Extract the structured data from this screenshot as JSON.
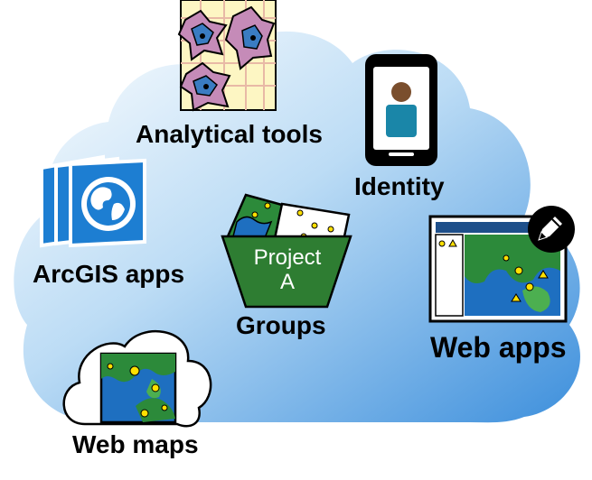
{
  "labels": {
    "analytical_tools": "Analytical tools",
    "identity": "Identity",
    "arcgis_apps": "ArcGIS apps",
    "groups": "Groups",
    "project_line1": "Project",
    "project_line2": "A",
    "web_apps": "Web apps",
    "web_maps": "Web maps"
  },
  "icons": {
    "cloud": "cloud-background",
    "analytical_tools": "map-analysis-icon",
    "identity": "smartphone-user-icon",
    "arcgis_apps": "arcgis-apps-icon",
    "groups": "group-folder-icon",
    "web_apps": "web-app-window-icon",
    "edit": "pencil-icon",
    "web_maps": "cloud-web-map-icon"
  },
  "colors": {
    "cloud_light": "#ffffff",
    "cloud_dark": "#3d8fdc",
    "map_water": "#1e6fc0",
    "map_land": "#2c8a3a",
    "map_land_light": "#4caf50",
    "points": "#ffe000",
    "arcgis_blue": "#1d7ed2",
    "folder_green": "#2e7d32",
    "analysis_bg": "#fdf6c3",
    "analysis_zone": "#c58bb8",
    "analysis_core": "#3a7cc2"
  }
}
